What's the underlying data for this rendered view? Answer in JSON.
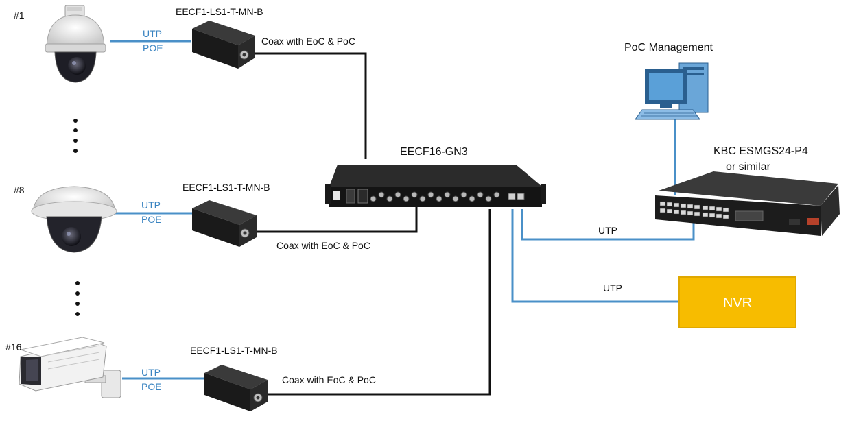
{
  "cameras": [
    {
      "number": "#1",
      "converter_label": "EECF1-LS1-T-MN-B",
      "utp_label": "UTP",
      "poe_label": "POE",
      "coax_label": "Coax with EoC & PoC"
    },
    {
      "number": "#8",
      "converter_label": "EECF1-LS1-T-MN-B",
      "utp_label": "UTP",
      "poe_label": "POE",
      "coax_label": "Coax with EoC & PoC"
    },
    {
      "number": "#16",
      "converter_label": "EECF1-LS1-T-MN-B",
      "utp_label": "UTP",
      "poe_label": "POE",
      "coax_label": "Coax with EoC & PoC"
    }
  ],
  "hub": {
    "label": "EECF16-GN3"
  },
  "switch": {
    "label_line1": "KBC ESMGS24-P4",
    "label_line2": "or similar"
  },
  "management": {
    "label": "PoC Management"
  },
  "links": {
    "switch_utp": "UTP",
    "nvr_utp": "UTP"
  },
  "nvr": {
    "label": "NVR"
  },
  "colors": {
    "utp_line": "#4a90c8",
    "coax_line": "#111111",
    "nvr_fill": "#f7bc00",
    "nvr_border": "#e0a800",
    "label_blue": "#3a84c1",
    "monitor_screen": "#5aa0d8"
  }
}
